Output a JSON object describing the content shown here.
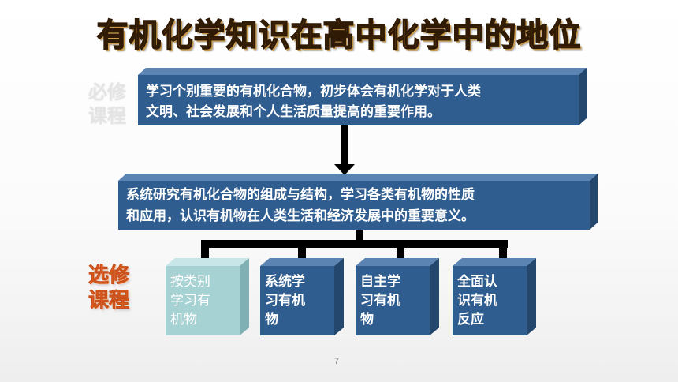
{
  "slide": {
    "title": "有机化学知识在高中化学中的地位",
    "page_number": "7"
  },
  "required_course": {
    "label_line1": "必修",
    "label_line2": "课程",
    "text_line1": "学习个别重要的有机化合物，初步体会有机化学对于人类",
    "text_line2": "文明、社会发展和个人生活质量提高的重要作用。"
  },
  "middle_box": {
    "text_line1": "系统研究有机化合物的组成与结构，学习各类有机物的性质",
    "text_line2": "和应用，认识有机物在人类生活和经济发展中的重要意义。"
  },
  "elective_course": {
    "label_line1": "选修",
    "label_line2": "课程"
  },
  "elective_boxes": [
    {
      "lines": [
        "按类别",
        "学习有",
        "机物"
      ]
    },
    {
      "lines": [
        "系统学",
        "习有机",
        "物"
      ]
    },
    {
      "lines": [
        "自主学",
        "习有机",
        "物"
      ]
    },
    {
      "lines": [
        "全面认",
        "识有机",
        "反应"
      ]
    }
  ],
  "colors": {
    "box_front": "#2f5d8f",
    "box_side": "#24476d",
    "box_top": "#5b84b3",
    "highlight_front": "#a7d2d4",
    "highlight_side": "#7fb0b3",
    "highlight_top": "#c8e6e8",
    "connector": "#000000",
    "elective_label": "#f36e2a"
  }
}
